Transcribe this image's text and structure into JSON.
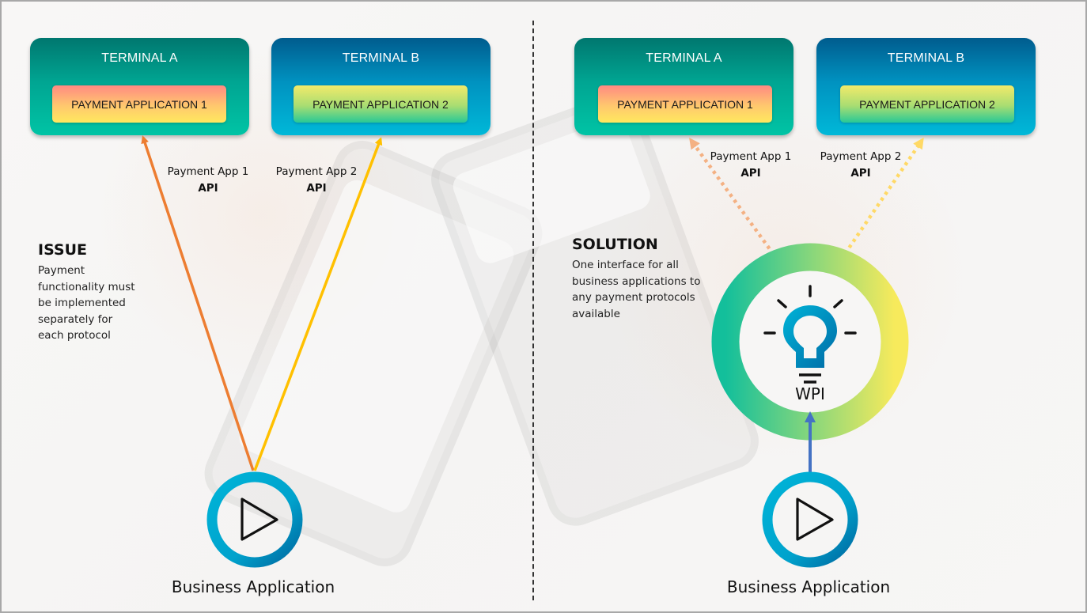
{
  "left_panel": {
    "terminals": [
      {
        "title": "TERMINAL A",
        "app": "PAYMENT APPLICATION 1"
      },
      {
        "title": "TERMINAL B",
        "app": "PAYMENT APPLICATION 2"
      }
    ],
    "api_labels": [
      {
        "line1": "Payment App 1",
        "line2": "API"
      },
      {
        "line1": "Payment App 2",
        "line2": "API"
      }
    ],
    "heading": "ISSUE",
    "description_lines": [
      "Payment",
      "functionality must",
      "be implemented",
      "separately for",
      "each protocol"
    ],
    "source_caption": "Business Application",
    "source_icon": "play-icon"
  },
  "right_panel": {
    "terminals": [
      {
        "title": "TERMINAL A",
        "app": "PAYMENT APPLICATION 1"
      },
      {
        "title": "TERMINAL B",
        "app": "PAYMENT APPLICATION 2"
      }
    ],
    "api_labels": [
      {
        "line1": "Payment App 1",
        "line2": "API"
      },
      {
        "line1": "Payment App 2",
        "line2": "API"
      }
    ],
    "heading": "SOLUTION",
    "description_lines": [
      "One interface for all",
      "business applications to",
      "any payment protocols",
      "available"
    ],
    "hub_label": "WPI",
    "hub_icon": "lightbulb-icon",
    "source_caption": "Business Application",
    "source_icon": "play-icon"
  },
  "colors": {
    "terminal_a": "#00a592",
    "terminal_b": "#0092c0",
    "arrow_app1": "#ed7d31",
    "arrow_app2": "#ffc000",
    "arrow_app1_dotted": "#f4b183",
    "arrow_app2_dotted": "#ffd966",
    "arrow_wpi": "#4472c4",
    "ring_blue": "#00a8d0",
    "wpi_ring_start": "#1ec39a",
    "wpi_ring_end": "#f5e85e"
  }
}
